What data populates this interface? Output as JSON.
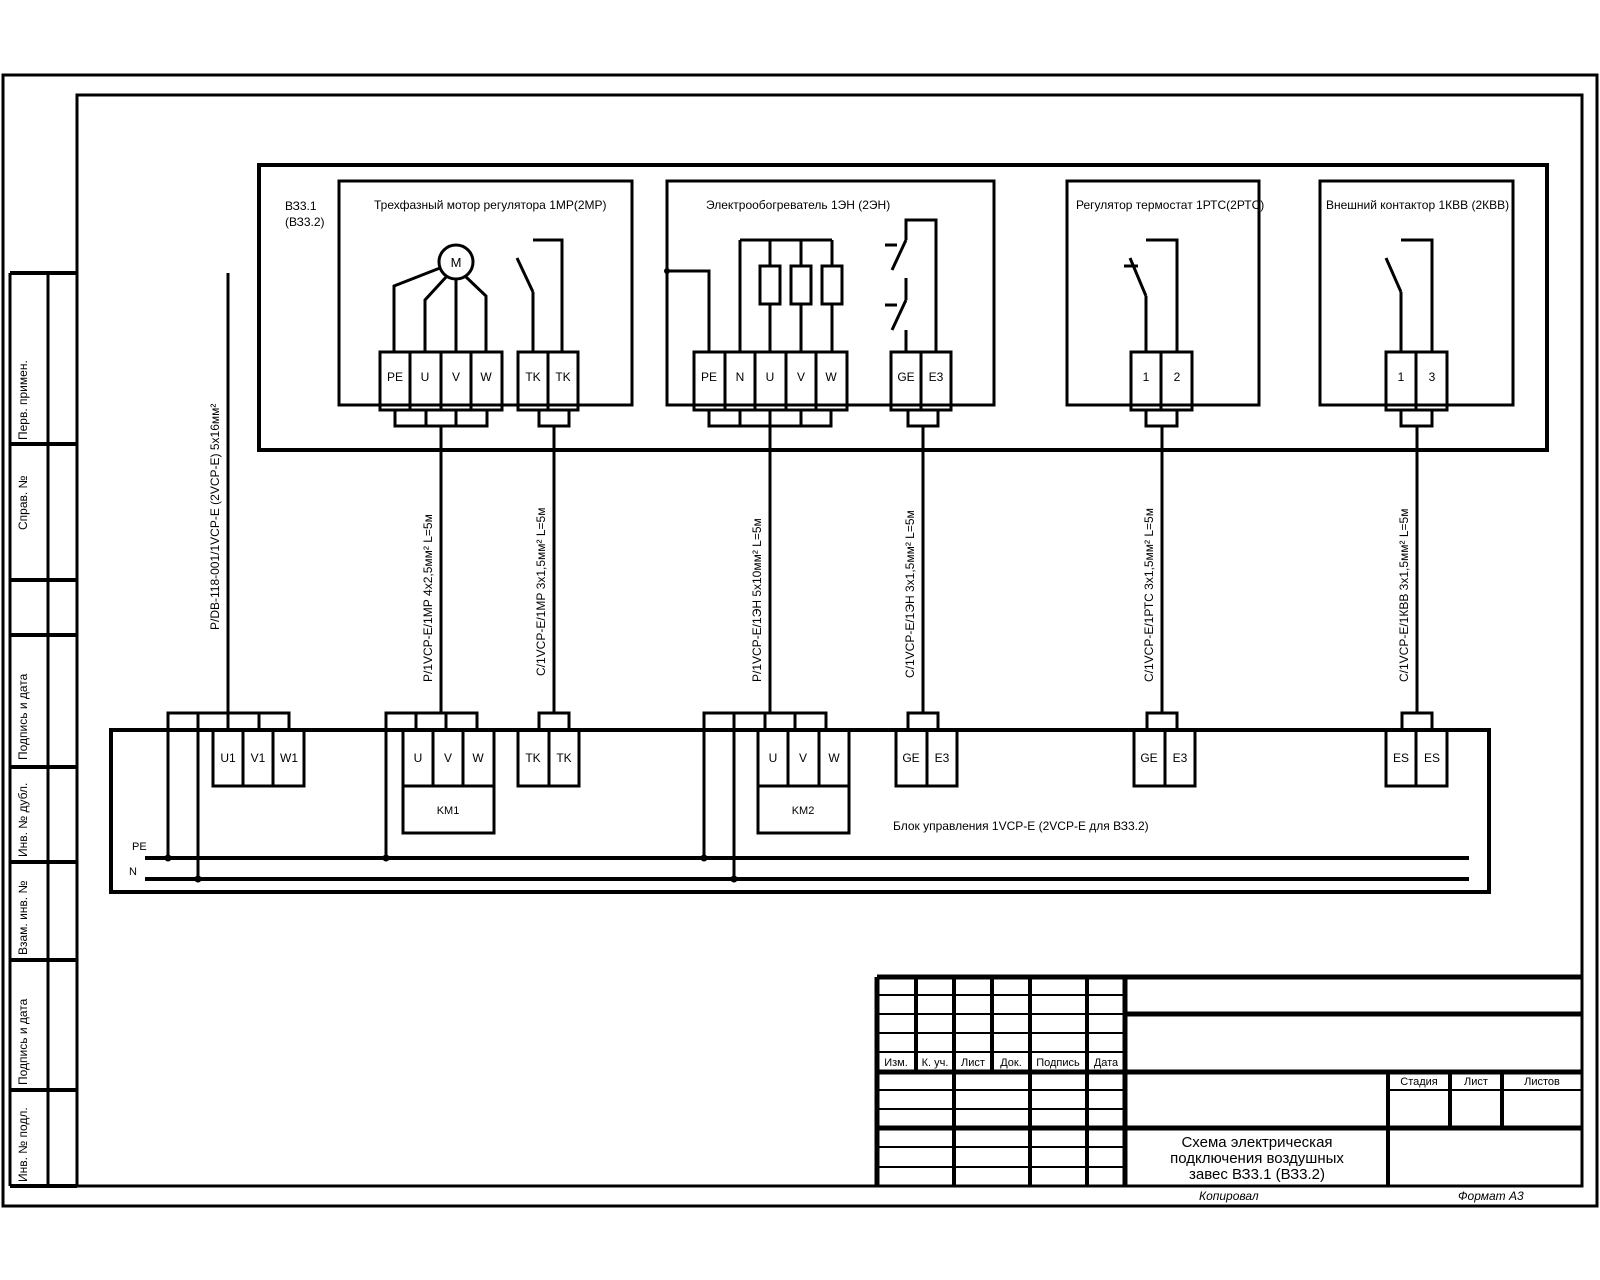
{
  "unit": {
    "id_main": "ВЗ3.1",
    "id_alt": "(ВЗ3.2)",
    "motor": {
      "title": "Трехфазный мотор регулятора  1МР(2МР)",
      "motor_symbol": "M",
      "terminals": [
        "PE",
        "U",
        "V",
        "W",
        "TK",
        "TK"
      ]
    },
    "heater": {
      "title": "Электрообогреватель 1ЭН (2ЭН)",
      "terminals": [
        "PE",
        "N",
        "U",
        "V",
        "W",
        "GE",
        "E3"
      ]
    },
    "thermostat": {
      "title": "Регулятор термостат 1РТС(2РТС)",
      "terminals": [
        "1",
        "2"
      ]
    },
    "contactor": {
      "title": "Внешний контактор 1КВВ (2КВВ)",
      "terminals": [
        "1",
        "3"
      ]
    }
  },
  "cables": {
    "supply": "P/DB-118-001/1VCP-E (2VCP-E)  5x16мм²",
    "motor_power": "P/1VCP-E/1МР  4x2,5мм²  L=5м",
    "motor_control": "C/1VCP-E/1МР  3x1,5мм²  L=5м",
    "heater_power": "P/1VCP-E/1ЭН  5x10мм²  L=5м",
    "heater_control": "C/1VCP-E/1ЭН  3x1,5мм²  L=5м",
    "thermostat": "C/1VCP-E/1РТС  3x1,5мм²  L=5м",
    "contactor": "C/1VCP-E/1КВВ  3x1,5мм²  L=5м"
  },
  "control_unit": {
    "title": "Блок управления 1VCP-E (2VCP-E для ВЗ3.2)",
    "terminals_supply": [
      "U1",
      "V1",
      "W1"
    ],
    "terminals_motor": [
      "U",
      "V",
      "W"
    ],
    "terminals_tk": [
      "TK",
      "TK"
    ],
    "terminals_heater": [
      "U",
      "V",
      "W"
    ],
    "terminals_ge1": [
      "GE",
      "E3"
    ],
    "terminals_ge2": [
      "GE",
      "E3"
    ],
    "terminals_es": [
      "ES",
      "ES"
    ],
    "km1": "KM1",
    "km2": "KM2",
    "bus_pe": "PE",
    "bus_n": "N"
  },
  "side_stamp": [
    "Перв. примен.",
    "Справ. №",
    "Подпись и дата",
    "Инв. № дубл.",
    "Взам. инв. №",
    "Подпись и дата",
    "Инв. № подл."
  ],
  "title_block": {
    "columns": [
      "Изм.",
      "К. уч.",
      "Лист",
      "Док.",
      "Подпись",
      "Дата"
    ],
    "stage_headers": [
      "Стадия",
      "Лист",
      "Листов"
    ],
    "title_lines": [
      "Схема электрическая",
      "подключения воздушных",
      "завес ВЗ3.1 (ВЗ3.2)"
    ],
    "copied": "Копировал",
    "format": "Формат А3"
  }
}
